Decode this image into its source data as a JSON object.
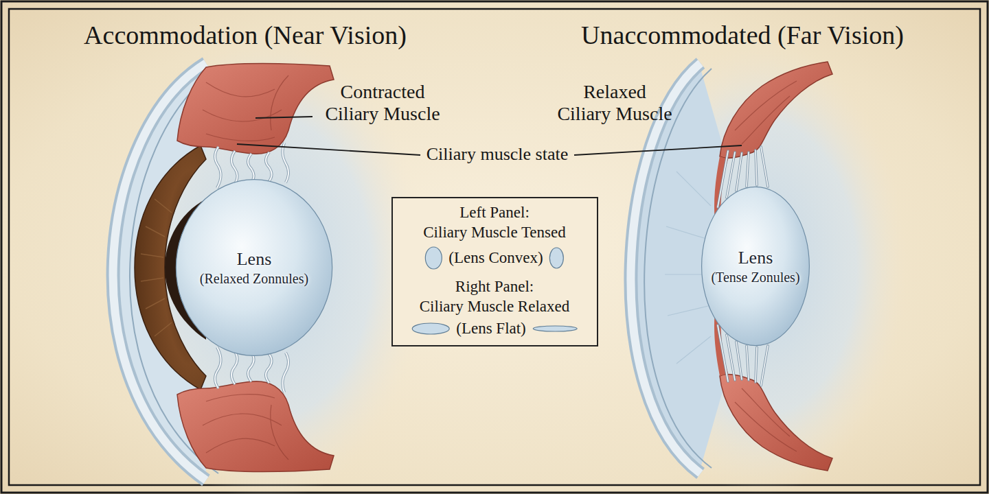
{
  "diagram": {
    "nodes": [
      {
        "text": [
          "Lens",
          "(Relaxed Zonnules)"
        ]
      },
      {
        "text": [
          "Lens",
          "(Tense Zonules)"
        ]
      }
    ],
    "labels": [
      "Accommodation (Near Vision)",
      "Unaccommodated (Far Vision)",
      "Contracted Ciliary Muscle",
      "Relaxed Ciliary Muscle",
      "Ciliary muscle state",
      "Left Panel:",
      "Ciliary Muscle Tensed",
      "Right Panel:",
      "Ciliary Muscle Relaxed"
    ],
    "legend": [
      {
        "text": "(Lens Convex)"
      },
      {
        "text": "(Lens Flat)"
      }
    ]
  }
}
